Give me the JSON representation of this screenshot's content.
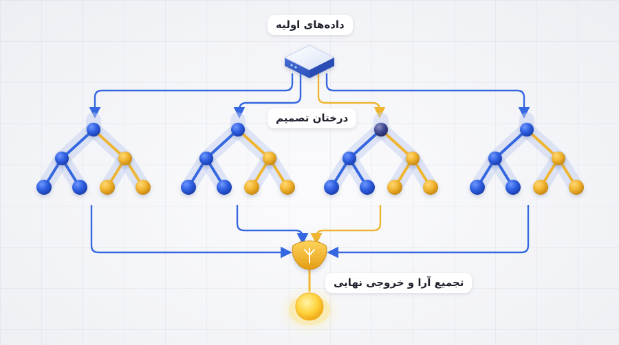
{
  "labels": {
    "input_data": "داده‌های اولیه",
    "decision_trees": "درختان تصمیم",
    "vote_aggregation": "تجمیع آرا و خروجی نهایی"
  },
  "colors": {
    "blue": "#3467e0",
    "yellow": "#efb531",
    "background": "#f4f5f8",
    "output_glow": "#ffd54a"
  },
  "icons": {
    "data_source": "server-block-icon",
    "aggregator": "merge-fork-icon",
    "output": "output-node-icon"
  },
  "trees": [
    {
      "name": "tree-1",
      "highlight_root": "blue"
    },
    {
      "name": "tree-2",
      "highlight_root": "blue"
    },
    {
      "name": "tree-3",
      "highlight_root": "dark"
    },
    {
      "name": "tree-4",
      "highlight_root": "blue"
    }
  ]
}
